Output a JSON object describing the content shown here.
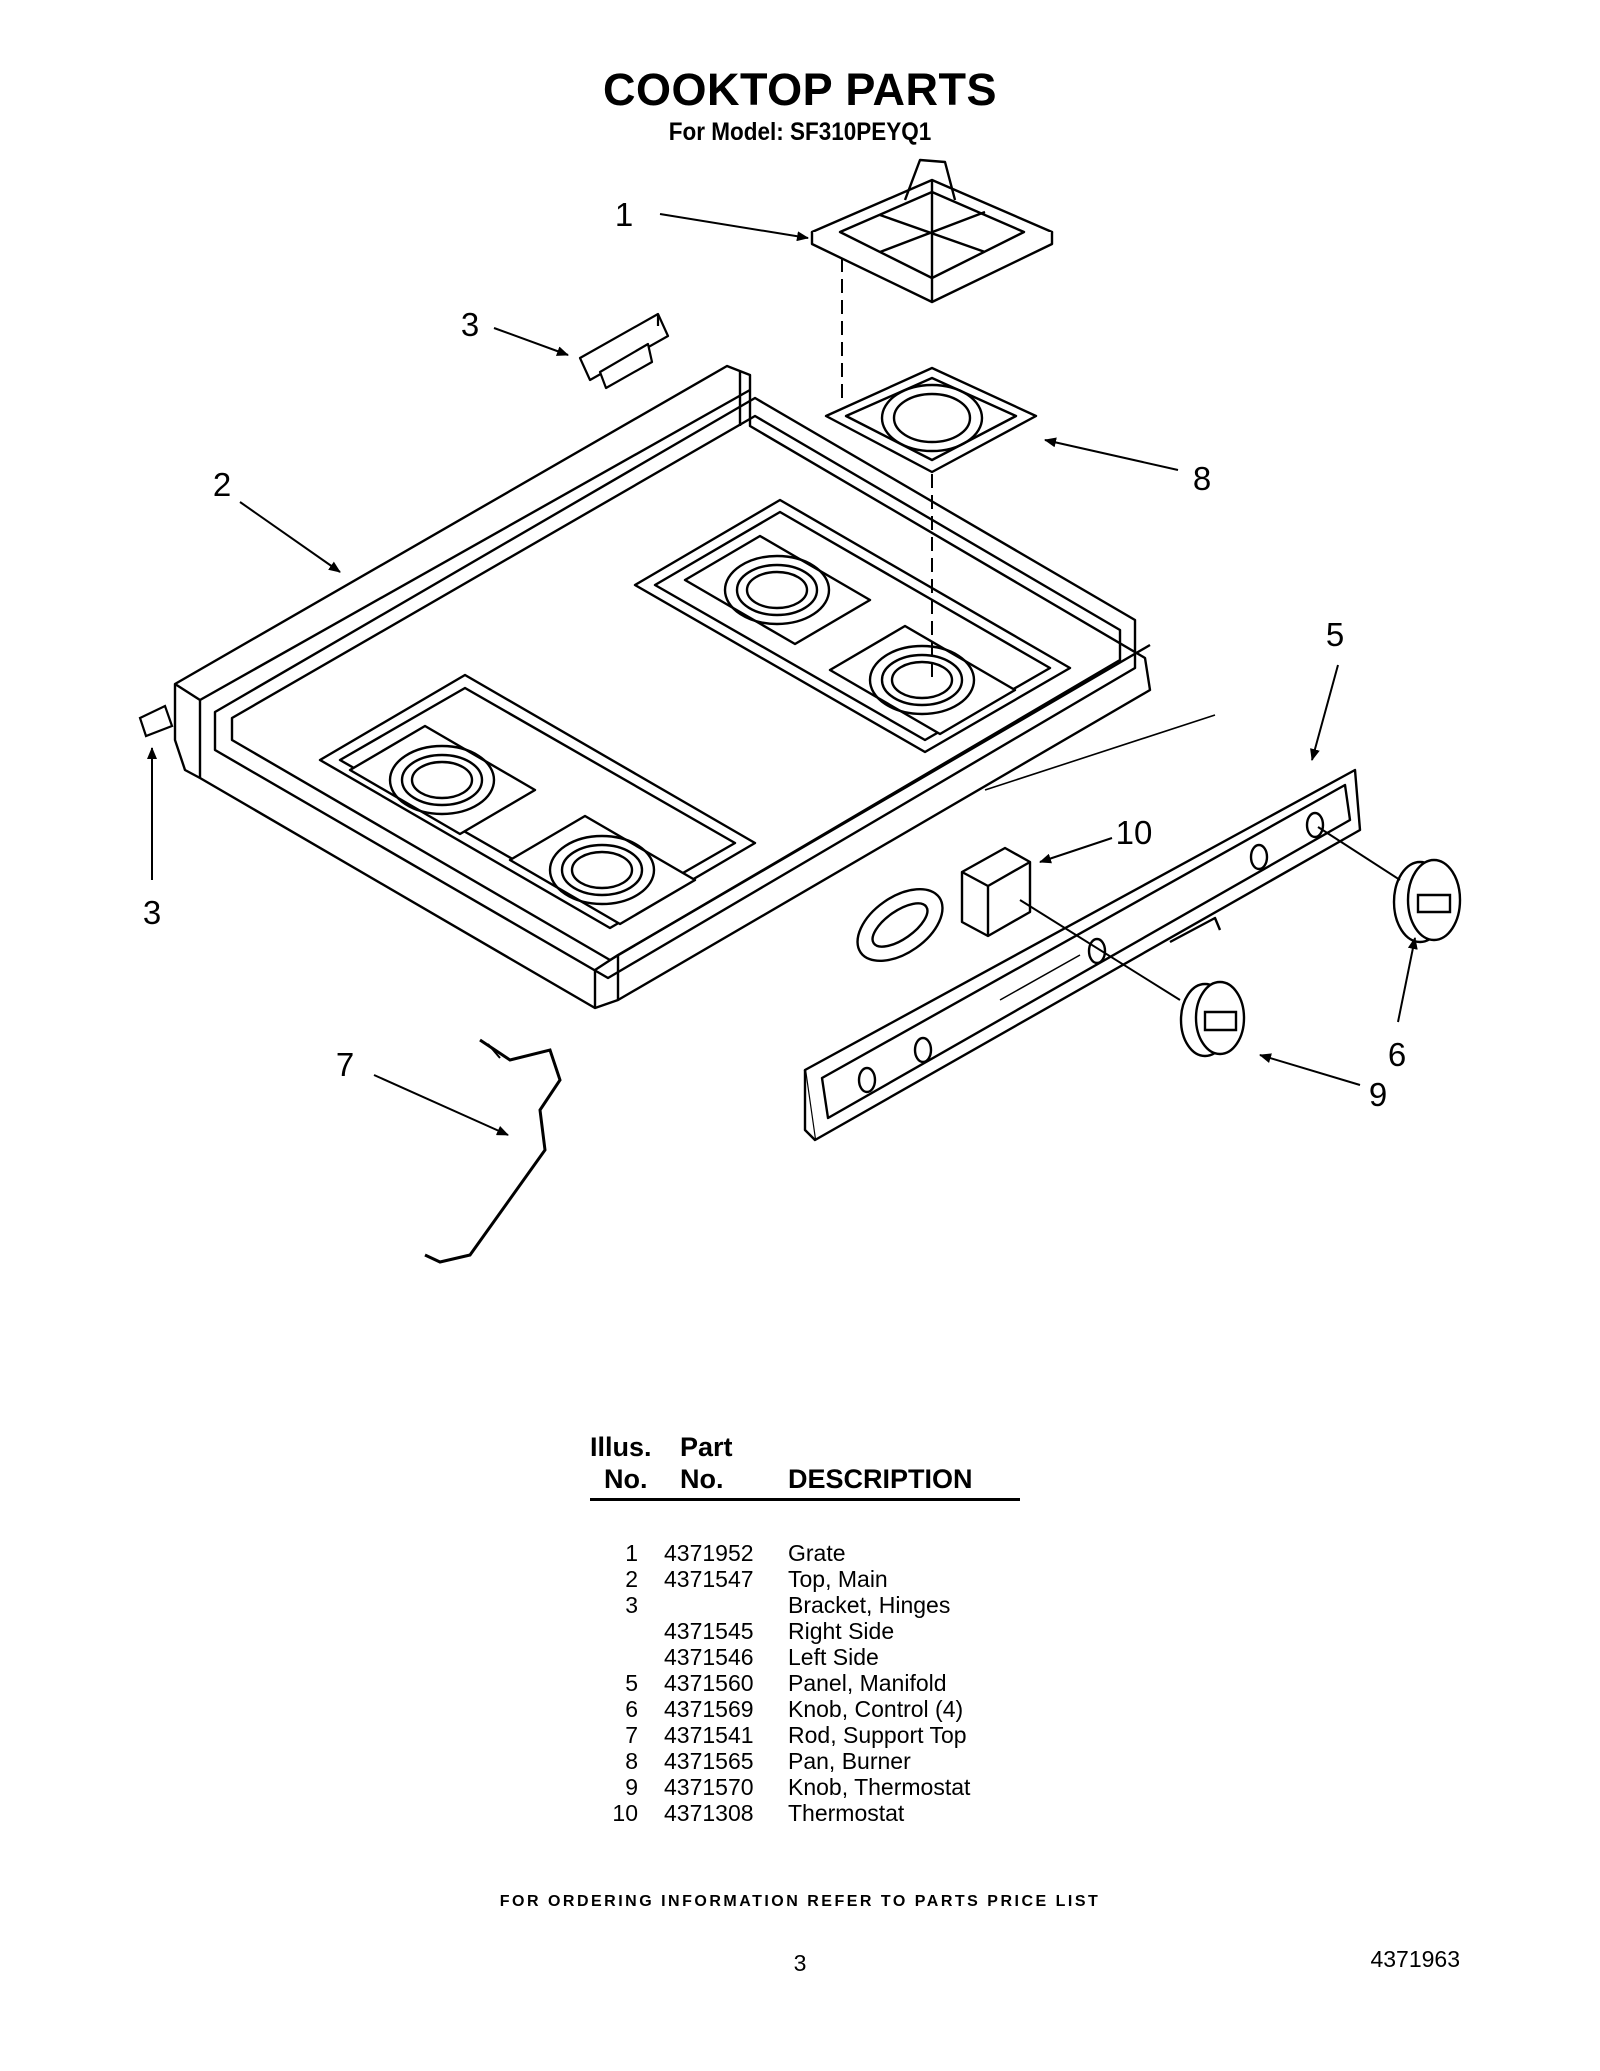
{
  "header": {
    "title": "COOKTOP PARTS",
    "subtitle": "For Model: SF310PEYQ1"
  },
  "diagram": {
    "callouts": [
      "1",
      "2",
      "3",
      "3",
      "5",
      "6",
      "7",
      "8",
      "9",
      "10"
    ]
  },
  "parts_table": {
    "headers": {
      "illus_line1": "Illus.",
      "illus_line2": "No.",
      "part_line1": "Part",
      "part_line2": "No.",
      "description": "DESCRIPTION"
    },
    "rows": [
      {
        "no": "1",
        "part": "4371952",
        "desc": "Grate"
      },
      {
        "no": "2",
        "part": "4371547",
        "desc": "Top, Main"
      },
      {
        "no": "3",
        "part": "",
        "desc": "Bracket, Hinges"
      },
      {
        "no": "",
        "part": "4371545",
        "desc": "Right Side"
      },
      {
        "no": "",
        "part": "4371546",
        "desc": "Left Side"
      },
      {
        "no": "5",
        "part": "4371560",
        "desc": "Panel, Manifold"
      },
      {
        "no": "6",
        "part": "4371569",
        "desc": "Knob, Control (4)"
      },
      {
        "no": "7",
        "part": "4371541",
        "desc": "Rod, Support Top"
      },
      {
        "no": "8",
        "part": "4371565",
        "desc": "Pan, Burner"
      },
      {
        "no": "9",
        "part": "4371570",
        "desc": "Knob, Thermostat"
      },
      {
        "no": "10",
        "part": "4371308",
        "desc": "Thermostat"
      }
    ]
  },
  "footer": {
    "note": "FOR ORDERING INFORMATION REFER TO PARTS PRICE LIST",
    "page_number": "3",
    "doc_number": "4371963"
  }
}
